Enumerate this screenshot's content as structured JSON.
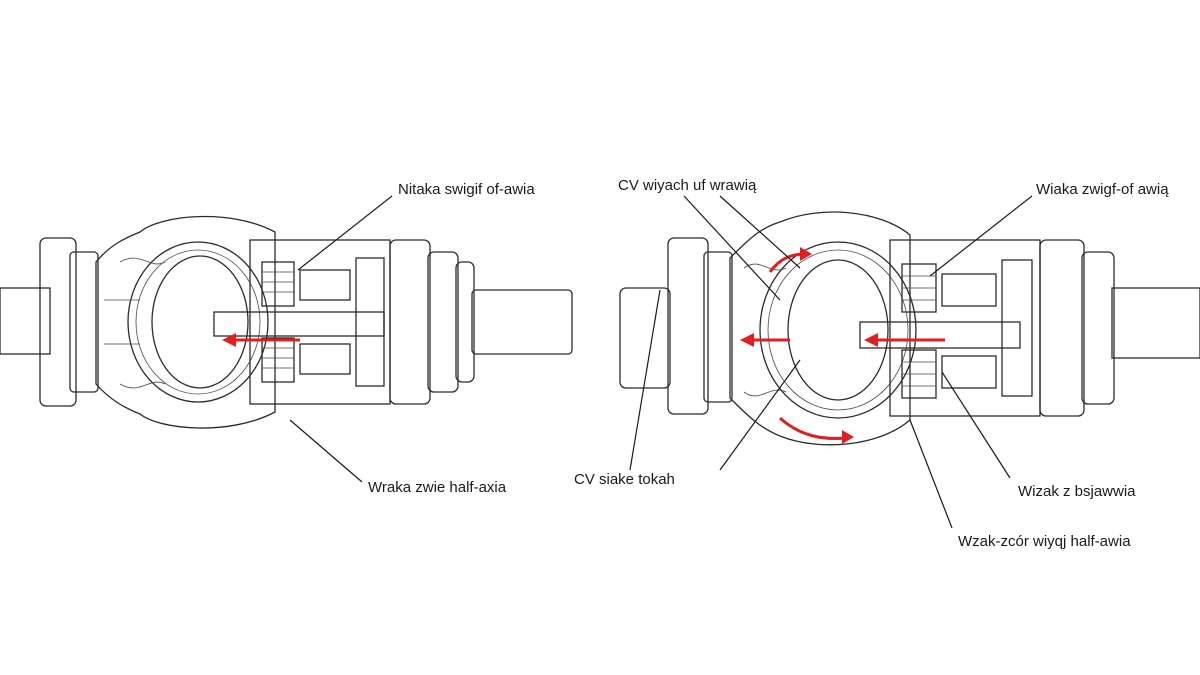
{
  "labels": {
    "left_top": "Nitaka swigif of-awia",
    "left_bottom": "Wraka zwie half-axia",
    "right_top_left": "CV wiyach uf wrawią",
    "right_top_right": "Wiaka zwigf-of awią",
    "right_bottom_left": "CV siake tokah",
    "right_bottom_mid": "Wizak z bsjawwia",
    "right_bottom_right": "Wzak-zcór wiyqj half-awia"
  },
  "colors": {
    "arrow": "#e0201e",
    "metal_light": "#f4f4f4",
    "metal_mid": "#dcdcdc",
    "metal_dark": "#b8b8b8",
    "outline": "#2b2b2b"
  }
}
